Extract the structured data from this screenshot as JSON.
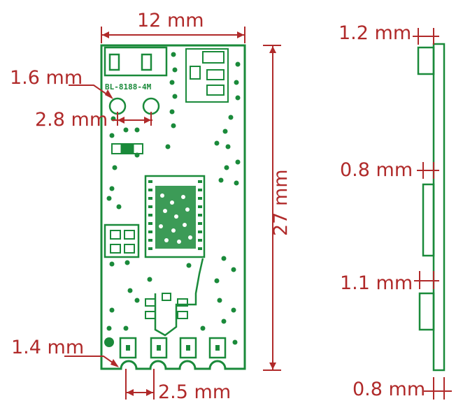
{
  "module": {
    "silkscreen_label": "BL-8188-4M"
  },
  "dimensions": {
    "width": "12 mm",
    "height": "27 mm",
    "hole_diameter": "1.6 mm",
    "hole_spacing": "2.8 mm",
    "pad_radius": "1.4 mm",
    "pad_pitch": "2.5 mm",
    "side_top": "1.2 mm",
    "side_upper": "0.8 mm",
    "side_lower": "1.1 mm",
    "side_bottom": "0.8 mm"
  },
  "colors": {
    "dimension": "#b02a2a",
    "pcb_outline": "#1a8a3a"
  }
}
